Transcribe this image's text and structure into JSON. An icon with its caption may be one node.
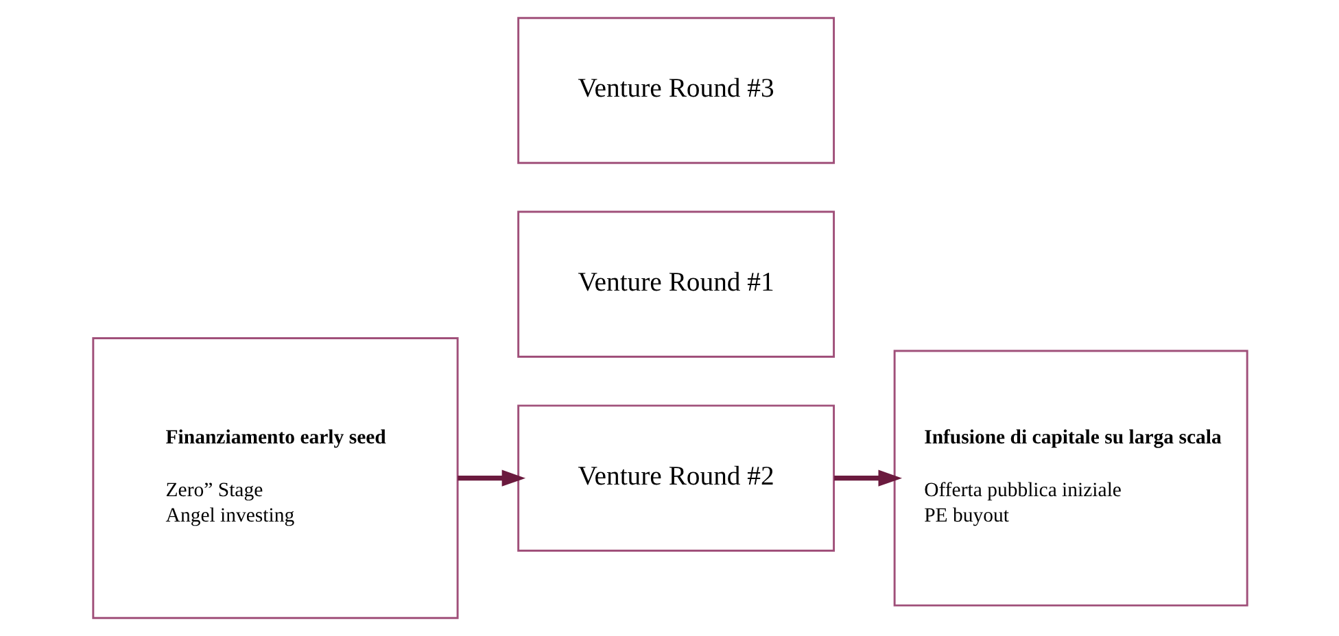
{
  "diagram": {
    "nodes": [
      {
        "text": [
          "Finanziamento early seed",
          "Zero” Stage",
          "Angel investing"
        ]
      },
      {
        "text": [
          "Venture Round #1"
        ]
      },
      {
        "text": [
          "Venture Round #2"
        ]
      },
      {
        "text": [
          "Venture Round #3"
        ]
      },
      {
        "text": [
          "Infusione di capitale su larga scala",
          "Offerta pubblica iniziale",
          "PE buyout"
        ]
      }
    ],
    "edges": [
      {
        "from": 0,
        "to": 2,
        "arrow": "to"
      },
      {
        "from": 2,
        "to": 4,
        "arrow": "to"
      }
    ]
  }
}
